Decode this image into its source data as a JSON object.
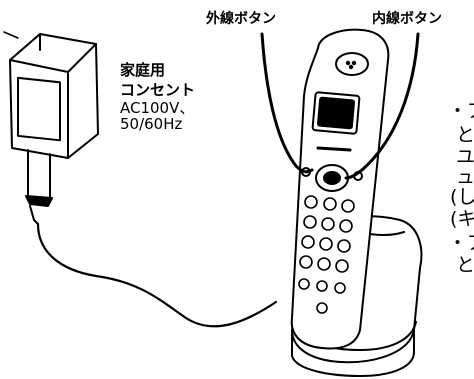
{
  "labels": {
    "outer_line_button": "外線ボタン",
    "inner_line_button": "内線ボタン"
  },
  "adapter": {
    "title": "家庭用",
    "subtitle": "コンセント",
    "voltage": "AC100V、",
    "frequency": "50/60Hz"
  },
  "right_text_fragments": {
    "line1": "・ア",
    "line2": "と",
    "line3": "ユ",
    "line4": "ュ",
    "line5": "(し",
    "line6": "(キ",
    "line7": "・ア",
    "line8": "と"
  }
}
